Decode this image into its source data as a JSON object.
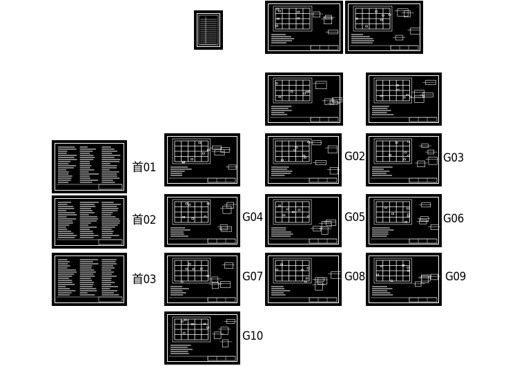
{
  "canvas": {
    "background": "#ffffff",
    "sheet_color": "#000000",
    "ink_color": "#ffffff"
  },
  "labels": {
    "s01": "首01",
    "s02": "首02",
    "s03": "首03",
    "g02": "G02",
    "g03": "G03",
    "g04": "G04",
    "g05": "G05",
    "g06": "G06",
    "g07": "G07",
    "g08": "G08",
    "g09": "G09",
    "g10": "G10"
  }
}
